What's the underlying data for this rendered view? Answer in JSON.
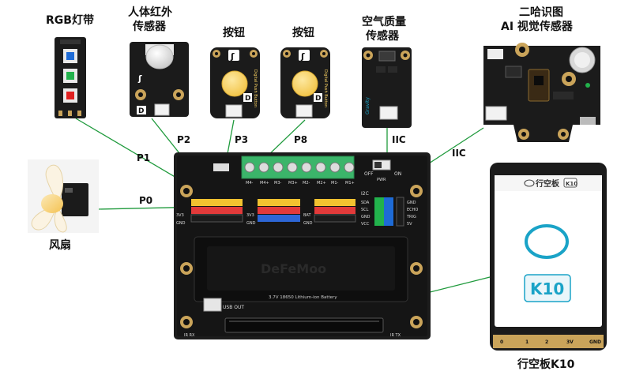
{
  "labels": {
    "rgb_strip": "RGB灯带",
    "pir_line1": "人体红外",
    "pir_line2": "传感器",
    "button_a": "按钮",
    "button_b": "按钮",
    "air_line1": "空气质量",
    "air_line2": "传感器",
    "ai_line1": "二哈识图",
    "ai_line2": "AI 视觉传感器",
    "fan": "风扇",
    "k10": "行空板K10"
  },
  "connections": {
    "p0": "P0",
    "p1": "P1",
    "p2": "P2",
    "p3": "P3",
    "p8": "P8",
    "iic_air": "IIC",
    "iic_ai": "IIC"
  },
  "module_text": {
    "digital_push_button_a": "Digital Push Button",
    "digital_push_button_b": "Digital Push Button",
    "d_mark_a": "D",
    "d_mark_b": "D",
    "d_mark_pir": "D",
    "gravity": "Gravity",
    "battery": "3.7V 18650 Lithium-ion Battery",
    "usb_out": "USB OUT",
    "pwr": "PWR",
    "off": "OFF",
    "on": "ON",
    "iic_hdr": "I2C",
    "brand_emboss": "DeFeMoo",
    "k10_header": "行空板",
    "k10_badge": "K10",
    "k10_logo_text": "K10"
  },
  "board_pins": {
    "motor": [
      "M4-",
      "M4+",
      "M3-",
      "M3+",
      "M2-",
      "M2+",
      "M1-",
      "M1+"
    ],
    "left_rows": [
      "3V3",
      "GND"
    ],
    "mid_rows": [
      "3V3",
      "GND"
    ],
    "bat_rows": [
      "BAT",
      "GND"
    ],
    "i2c_rows": [
      "SDA",
      "SCL",
      "GND",
      "VCC"
    ],
    "right_rows": [
      "GND",
      "ECHO",
      "TRIG",
      "5V"
    ],
    "bottom": [
      "IR RX",
      "IR TX"
    ]
  },
  "k10_pins": [
    "0",
    "1",
    "2",
    "3V",
    "GND"
  ],
  "colors": {
    "wire": "#1f9a3c",
    "board": "#1c1c1c",
    "pcb": "#111111",
    "accent_teal": "#1aa3c7",
    "led_blue": "#1e6bd6",
    "led_green": "#22b24c",
    "led_red": "#e02020",
    "button_yellow": "#f8d060",
    "terminal_green": "#3bb56a",
    "gold": "#caa45a"
  }
}
